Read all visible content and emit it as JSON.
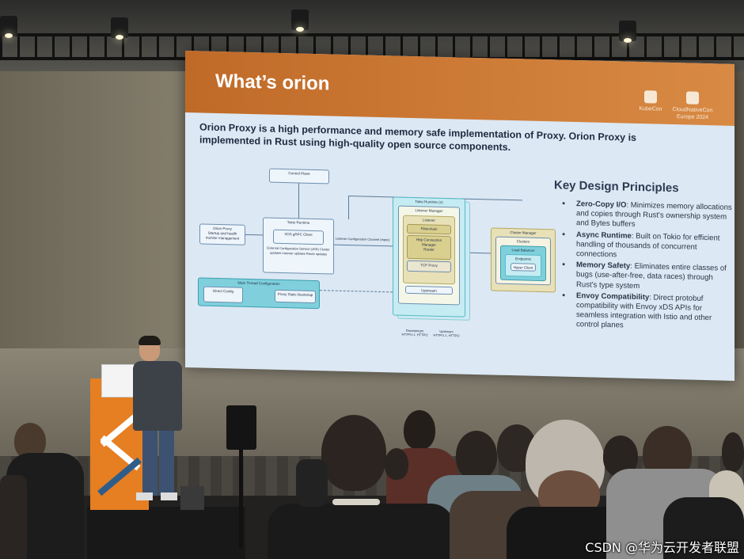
{
  "slide": {
    "title": "What’s orion",
    "logo_left": "KubeCon",
    "logo_right": "CloudNativeCon",
    "logo_sub": "Europe 2024",
    "lead": "Orion Proxy is a high performance and memory safe implementation of Proxy. Orion Proxy is implemented in Rust using high-quality open source components.",
    "principles_title": "Key Design Principles",
    "principles": [
      {
        "term": "Zero-Copy I/O",
        "desc": ": Minimizes memory allocations and copies through Rust's ownership system and Bytes buffers"
      },
      {
        "term": "Async Runtime",
        "desc": ": Built on Tokio for efficient handling of thousands of concurrent connections"
      },
      {
        "term": "Memory Safety",
        "desc": ": Eliminates entire classes of bugs (use-after-free, data races) through Rust's type system"
      },
      {
        "term": "Envoy Compatibility",
        "desc": ": Direct protobuf compatibility with Envoy xDS APIs for seamless integration with Istio and other control planes"
      }
    ],
    "diagram": {
      "control_plane": "Control Plane",
      "tokio_runtime": "Tokio Runtime",
      "xds_client": "XDS gRPC Client",
      "orion_proxy": "Orion Proxy",
      "orion_desc": "Startup and health monitor management",
      "xds_note": "External Configuration Service (xDS) Cluster updates Listener updates Route updates",
      "main_thread": "Main Thread Configuration",
      "direct_config": "Direct Config",
      "proxy_bootstrap": "Proxy Static Bootstrap",
      "listener_channel": "Listener Configuration Channel (mpsc)",
      "runtimes": "Tokio Runtime (n)",
      "listener_manager": "Listener Manager",
      "listener": "Listener",
      "filterchain": "Filterchain",
      "http_filter": "Http Connection Manager",
      "router": "Router",
      "upstream": "Upstream",
      "tls_filter": "TCP Proxy",
      "cluster_manager": "Cluster Manager",
      "clusters": "Clusters",
      "load_balancer": "Load Balancer",
      "endpoints": "Endpoints",
      "http_client": "Hyper Client",
      "downstream": "Downstream",
      "upstream_label": "Upstream",
      "proto_left": "HTTP/1.1, HTTP/2",
      "proto_right": "HTTP/1.1, HTTP/2"
    }
  },
  "watermark": "CSDN @华为云开发者联盟",
  "colors": {
    "header_orange": "#c06a28",
    "slide_bg": "#dce8f3",
    "podium_orange": "#e67e22"
  }
}
